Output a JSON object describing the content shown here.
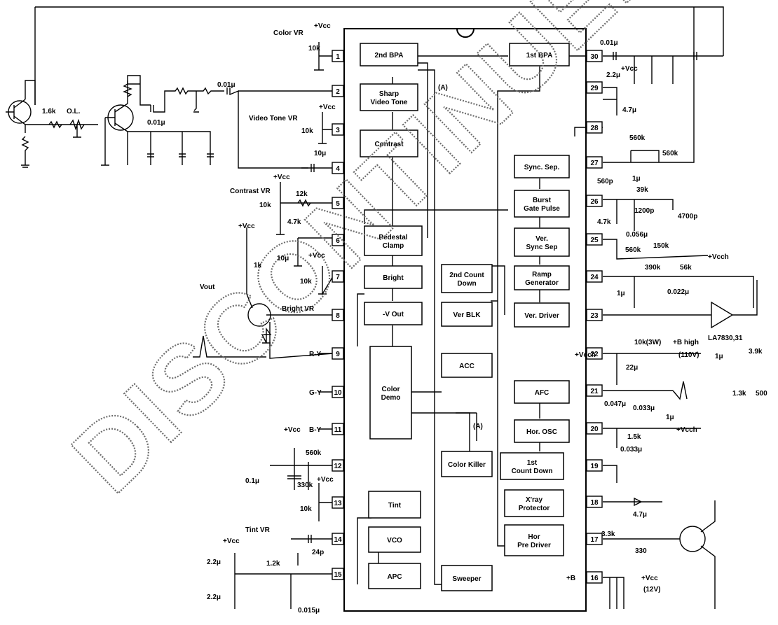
{
  "watermark": "DISCONTINUED",
  "ic": {
    "blocks": [
      {
        "id": "b2ndbpa",
        "lines": [
          "2nd BPA"
        ]
      },
      {
        "id": "bsharp",
        "lines": [
          "Sharp",
          "Video Tone"
        ]
      },
      {
        "id": "bcontrast",
        "lines": [
          "Contrast"
        ]
      },
      {
        "id": "bpedestal",
        "lines": [
          "Pedestal",
          "Clamp"
        ]
      },
      {
        "id": "bbright",
        "lines": [
          "Bright"
        ]
      },
      {
        "id": "bvout",
        "lines": [
          "-V Out"
        ]
      },
      {
        "id": "bcolordemo",
        "lines": [
          "Color",
          "Demo"
        ]
      },
      {
        "id": "btint",
        "lines": [
          "Tint"
        ]
      },
      {
        "id": "bvco",
        "lines": [
          "VCO"
        ]
      },
      {
        "id": "bapc",
        "lines": [
          "APC"
        ]
      },
      {
        "id": "b2ndcount",
        "lines": [
          "2nd Count",
          "Down"
        ]
      },
      {
        "id": "bverblk",
        "lines": [
          "Ver BLK"
        ]
      },
      {
        "id": "bacc",
        "lines": [
          "ACC"
        ]
      },
      {
        "id": "bcolorkiller",
        "lines": [
          "Color Killer"
        ]
      },
      {
        "id": "bsweeper",
        "lines": [
          "Sweeper"
        ]
      },
      {
        "id": "b1stbpa",
        "lines": [
          "1st BPA"
        ]
      },
      {
        "id": "bsyncsep",
        "lines": [
          "Sync. Sep."
        ]
      },
      {
        "id": "bburst",
        "lines": [
          "Burst",
          "Gate Pulse"
        ]
      },
      {
        "id": "bversync",
        "lines": [
          "Ver.",
          "Sync Sep"
        ]
      },
      {
        "id": "bramp",
        "lines": [
          "Ramp",
          "Generator"
        ]
      },
      {
        "id": "bverdriver",
        "lines": [
          "Ver. Driver"
        ]
      },
      {
        "id": "bafc",
        "lines": [
          "AFC"
        ]
      },
      {
        "id": "bhorosc",
        "lines": [
          "Hor. OSC"
        ]
      },
      {
        "id": "b1stcount",
        "lines": [
          "1st",
          "Count Down"
        ]
      },
      {
        "id": "bxray",
        "lines": [
          "X'ray",
          "Protector"
        ]
      },
      {
        "id": "bhorpre",
        "lines": [
          "Hor",
          "Pre Driver"
        ]
      }
    ],
    "pins": [
      "1",
      "2",
      "3",
      "4",
      "5",
      "6",
      "7",
      "8",
      "9",
      "10",
      "11",
      "12",
      "13",
      "14",
      "15",
      "16",
      "17",
      "18",
      "19",
      "20",
      "21",
      "22",
      "23",
      "24",
      "25",
      "26",
      "27",
      "28",
      "29",
      "30"
    ]
  },
  "labels": {
    "color_vr": "Color VR",
    "vcc": "+Vcc",
    "vcc2": "+Vcc",
    "vcc3": "+Vcc",
    "vcc4": "+Vcc",
    "vcc5": "+Vcc",
    "vcc6": "+Vcc",
    "vcc7": "+Vcc",
    "vcc8": "+Vcc",
    "vcc9": "+Vcc",
    "r10k_1": "10k",
    "r10k_3": "10k",
    "r10k_5": "10k",
    "r10k_7": "10k",
    "r10k_13": "10k",
    "c001_a": "0.01μ",
    "c001_b": "0.01μ",
    "c001_c": "0.01μ",
    "video_tone_vr": "Video Tone VR",
    "c10u_4": "10μ",
    "contrast_vr": "Contrast VR",
    "r12k": "12k",
    "r47k_5": "4.7k",
    "c10u_6": "10μ",
    "r1k": "1k",
    "vout": "Vout",
    "bright_vr": "Bright VR",
    "r_y": "R-Y",
    "g_y": "G-Y",
    "b_y": "B-Y",
    "r560k": "560k",
    "c01u": "0.1μ",
    "r330k": "330k",
    "tint_vr": "Tint VR",
    "c22u_a": "2.2μ",
    "c22u_b": "2.2μ",
    "r12k_15": "1.2k",
    "c24p": "24p",
    "c0015u": "0.015μ",
    "r16k": "1.6k",
    "ol": "O.L.",
    "a_top": "(A)",
    "a_bot": "(A)",
    "c22u_29": "2.2μ",
    "c47u_29": "4.7μ",
    "r560k_27a": "560k",
    "r560k_27b": "560k",
    "c1u_27": "1μ",
    "c560p": "560p",
    "r39k": "39k",
    "c1200p": "1200p",
    "c4700p": "4700p",
    "r47k_26": "4.7k",
    "c0056": "0.056μ",
    "r560k_25": "560k",
    "r150k": "150k",
    "vcch": "+Vcch",
    "vcch2": "+Vcch",
    "vcch3": "+Vcch",
    "r390k": "390k",
    "r56k": "56k",
    "c1u_24": "1μ",
    "c0022": "0.022μ",
    "la7830": "LA7830,31",
    "r10k3w": "10k(3W)",
    "bhigh": "+B high",
    "v110": "(110V)",
    "c22u_22": "22μ",
    "c1u_r": "1μ",
    "r39k_r": "3.9k",
    "r13k": "1.3k",
    "r500": "500",
    "c0047": "0.047μ",
    "c0033a": "0.033μ",
    "r15k": "1.5k",
    "c0033b": "0.033μ",
    "c1u_20": "1μ",
    "c47u_18": "4.7μ",
    "r33k": "3.3k",
    "r330": "330",
    "plusb": "+B",
    "vcc12": "+Vcc",
    "v12": "(12V)"
  }
}
